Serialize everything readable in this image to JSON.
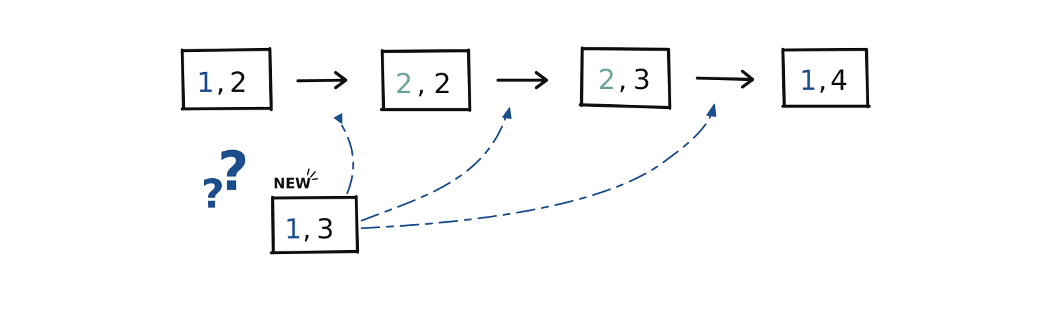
{
  "diagram": {
    "colors": {
      "ink": "#111111",
      "highlight_first": "#1d4e8c",
      "highlight_second": "#6fa59a",
      "link": "#1d4e8c"
    },
    "sequence": [
      {
        "first": "1",
        "second": "2",
        "first_color": "#1d4e8c"
      },
      {
        "first": "2",
        "second": "2",
        "first_color": "#6fa59a"
      },
      {
        "first": "2",
        "second": "3",
        "first_color": "#6fa59a"
      },
      {
        "first": "1",
        "second": "4",
        "first_color": "#1d4e8c"
      }
    ],
    "separator": ",",
    "new_item": {
      "label": "NEW",
      "first": "1",
      "second": "3",
      "first_color": "#1d4e8c"
    },
    "question_mark": "?"
  }
}
